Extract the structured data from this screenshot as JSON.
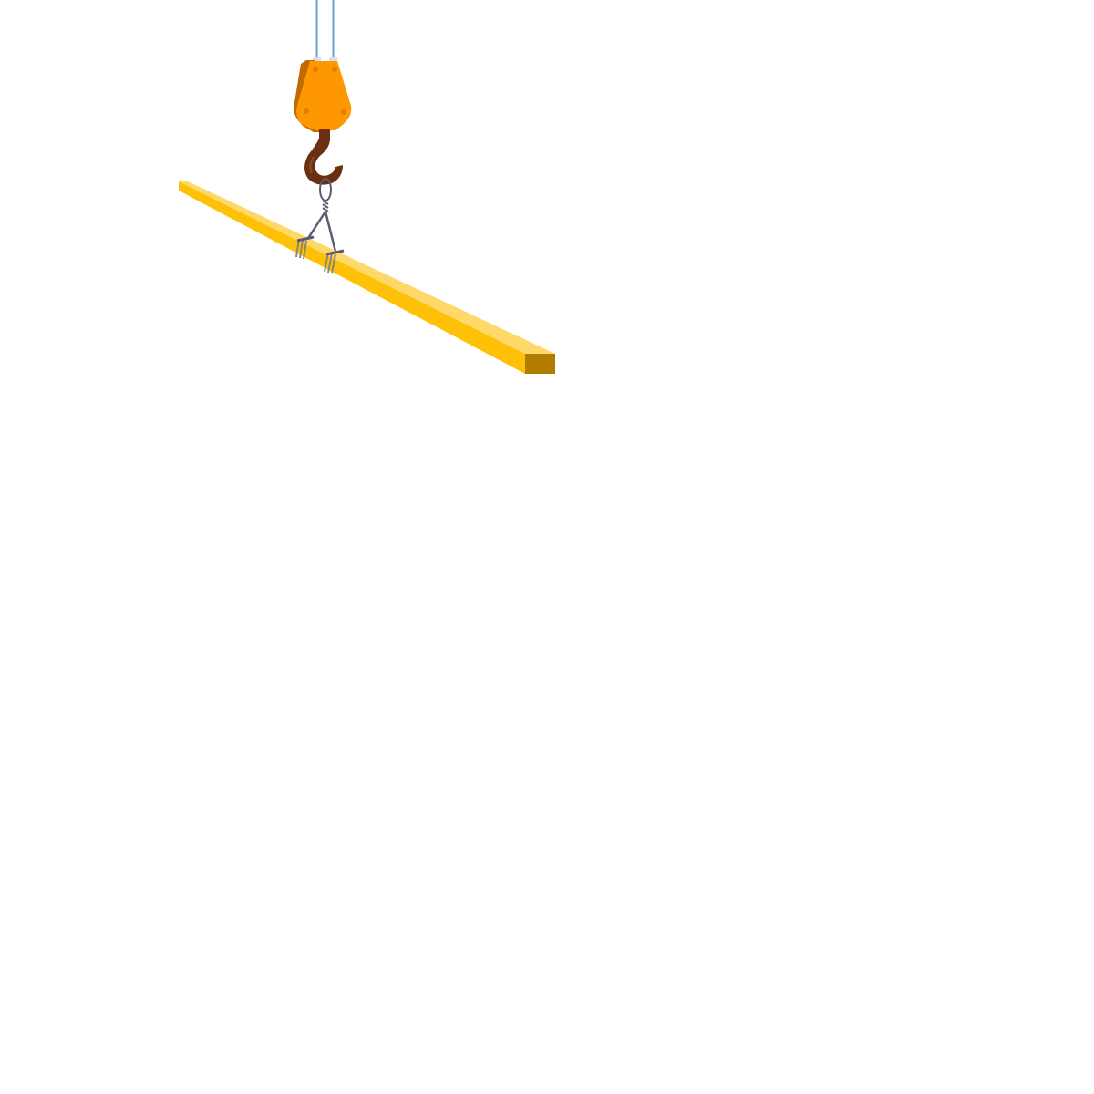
{
  "scene": {
    "background": "#ffffff",
    "objects": [
      "crane-cable",
      "pulley-block",
      "crane-hook",
      "lifting-sling",
      "yellow-beam"
    ]
  },
  "colors": {
    "cable": "#6a9fd0",
    "cable_highlight": "#a9c9e8",
    "block_front": "#ff9800",
    "block_side": "#c26a00",
    "block_bolt": "#e57c00",
    "hook": "#6b2f12",
    "hook_highlight": "#8a4a2a",
    "sling": "#5e5a73",
    "clamp": "#8a8577",
    "beam_top": "#ffd86a",
    "beam_front": "#ffc107",
    "beam_end": "#b07d00"
  }
}
